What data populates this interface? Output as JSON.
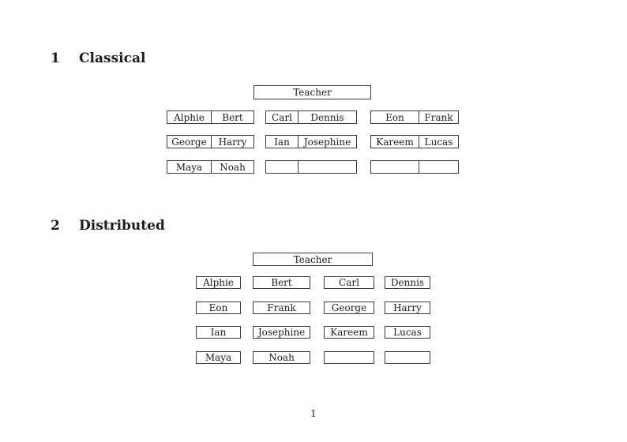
{
  "classical": {
    "section_number": "1",
    "section_title": "Classical",
    "teacher_label": "Teacher",
    "rows": [
      [
        [
          "Alphie",
          "Bert"
        ],
        [
          "Carl",
          "Dennis"
        ],
        [
          "Eon",
          "Frank"
        ]
      ],
      [
        [
          "George",
          "Harry"
        ],
        [
          "Ian",
          "Josephine"
        ],
        [
          "Kareem",
          "Lucas"
        ]
      ],
      [
        [
          "Maya",
          "Noah"
        ],
        [
          "",
          ""
        ],
        [
          "",
          ""
        ]
      ]
    ]
  },
  "distributed": {
    "section_number": "2",
    "section_title": "Distributed",
    "teacher_label": "Teacher",
    "rows": [
      [
        "Alphie",
        "Bert",
        "Carl",
        "Dennis"
      ],
      [
        "Eon",
        "Frank",
        "George",
        "Harry"
      ],
      [
        "Ian",
        "Josephine",
        "Kareem",
        "Lucas"
      ],
      [
        "Maya",
        "Noah",
        "",
        ""
      ]
    ]
  },
  "footer": {
    "page_number": "1"
  },
  "colors": {
    "border": "#3c3c3c",
    "text": "#1c1c1c",
    "background": "#ffffff"
  }
}
